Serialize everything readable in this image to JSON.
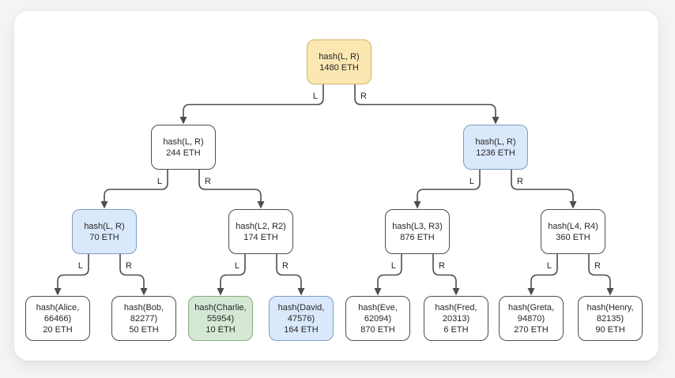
{
  "diagram": {
    "kind": "merkle-tree"
  },
  "nodes": {
    "root": {
      "label": "hash(L, R)",
      "value": "1480 ETH",
      "color": "yellow"
    },
    "n_l": {
      "label": "hash(L, R)",
      "value": "244 ETH",
      "color": "white"
    },
    "n_r": {
      "label": "hash(L, R)",
      "value": "1236 ETH",
      "color": "blue"
    },
    "n_ll": {
      "label": "hash(L, R)",
      "value": "70 ETH",
      "color": "blue"
    },
    "n_lr": {
      "label": "hash(L2, R2)",
      "value": "174 ETH",
      "color": "white"
    },
    "n_rl": {
      "label": "hash(L3, R3)",
      "value": "876 ETH",
      "color": "white"
    },
    "n_rr": {
      "label": "hash(L4, R4)",
      "value": "360 ETH",
      "color": "white"
    },
    "leaf_alice": {
      "label": "hash(Alice, 66466)",
      "value": "20 ETH",
      "color": "white"
    },
    "leaf_bob": {
      "label": "hash(Bob, 82277)",
      "value": "50 ETH",
      "color": "white"
    },
    "leaf_charlie": {
      "label": "hash(Charlie, 55954)",
      "value": "10 ETH",
      "color": "green"
    },
    "leaf_david": {
      "label": "hash(David, 47576)",
      "value": "164 ETH",
      "color": "blue"
    },
    "leaf_eve": {
      "label": "hash(Eve, 62094)",
      "value": "870 ETH",
      "color": "white"
    },
    "leaf_fred": {
      "label": "hash(Fred, 20313)",
      "value": "6 ETH",
      "color": "white"
    },
    "leaf_greta": {
      "label": "hash(Greta, 94870)",
      "value": "270 ETH",
      "color": "white"
    },
    "leaf_henry": {
      "label": "hash(Henry, 82135)",
      "value": "90 ETH",
      "color": "white"
    }
  },
  "edges": [
    {
      "from": "root",
      "to": "n_l",
      "label": "L"
    },
    {
      "from": "root",
      "to": "n_r",
      "label": "R"
    },
    {
      "from": "n_l",
      "to": "n_ll",
      "label": "L"
    },
    {
      "from": "n_l",
      "to": "n_lr",
      "label": "R"
    },
    {
      "from": "n_r",
      "to": "n_rl",
      "label": "L"
    },
    {
      "from": "n_r",
      "to": "n_rr",
      "label": "R"
    },
    {
      "from": "n_ll",
      "to": "leaf_alice",
      "label": "L"
    },
    {
      "from": "n_ll",
      "to": "leaf_bob",
      "label": "R"
    },
    {
      "from": "n_lr",
      "to": "leaf_charlie",
      "label": "L"
    },
    {
      "from": "n_lr",
      "to": "leaf_david",
      "label": "R"
    },
    {
      "from": "n_rl",
      "to": "leaf_eve",
      "label": "L"
    },
    {
      "from": "n_rl",
      "to": "leaf_fred",
      "label": "R"
    },
    {
      "from": "n_rr",
      "to": "leaf_greta",
      "label": "L"
    },
    {
      "from": "n_rr",
      "to": "leaf_henry",
      "label": "R"
    }
  ],
  "colors": {
    "yellow": {
      "fill": "#fae7b2",
      "stroke": "#d0b264"
    },
    "blue": {
      "fill": "#dae8fc",
      "stroke": "#7e9cc0"
    },
    "green": {
      "fill": "#d5e8d4",
      "stroke": "#86ab7c"
    },
    "white": {
      "fill": "#ffffff",
      "stroke": "#4d4d4d"
    },
    "edge": "#4d4d4d",
    "text": "#262626"
  }
}
